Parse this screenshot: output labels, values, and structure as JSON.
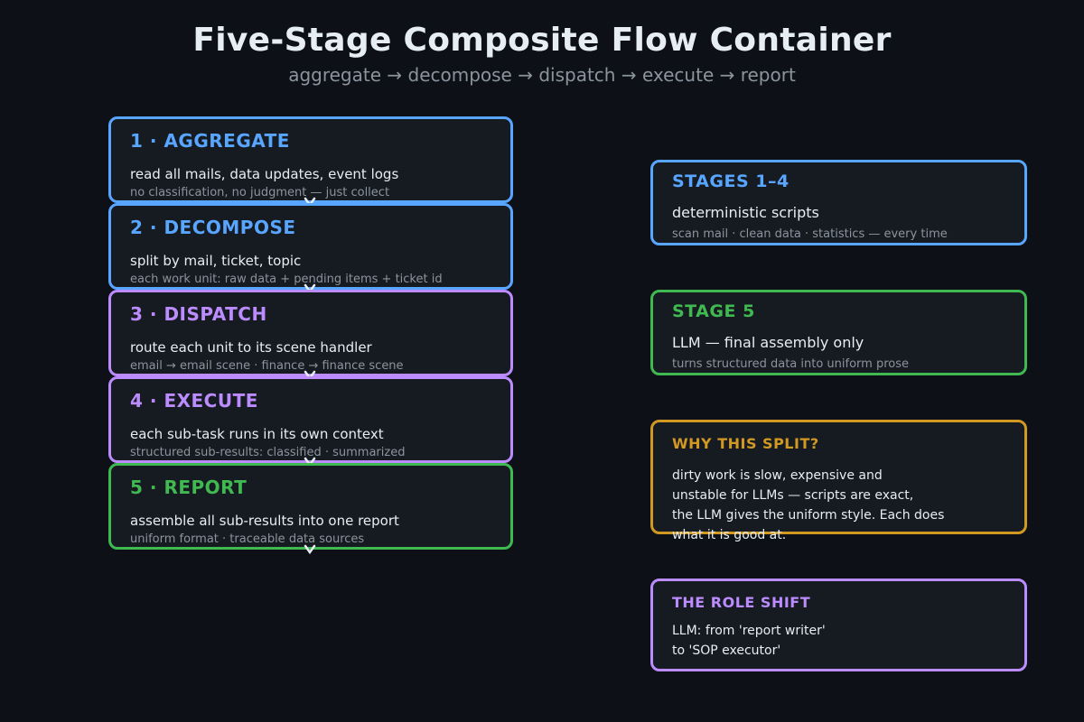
{
  "header": {
    "title": "Five-Stage Composite Flow Container",
    "subtitle": "aggregate → decompose → dispatch → execute → report"
  },
  "stages": [
    {
      "label": "1 · AGGREGATE",
      "desc": "read all mails, data updates, event logs",
      "note": "no classification, no judgment — just collect",
      "color": "#58a6ff"
    },
    {
      "label": "2 · DECOMPOSE",
      "desc": "split by mail, ticket, topic",
      "note": "each work unit: raw data + pending items + ticket id",
      "color": "#58a6ff"
    },
    {
      "label": "3 · DISPATCH",
      "desc": "route each unit to its scene handler",
      "note": "email → email scene · finance → finance scene",
      "color": "#bc8cff"
    },
    {
      "label": "4 · EXECUTE",
      "desc": "each sub-task runs in its own context",
      "note": "structured sub-results: classified · summarized",
      "color": "#bc8cff"
    },
    {
      "label": "5 · REPORT",
      "desc": "assemble all sub-results into one report",
      "note": "uniform format · traceable data sources",
      "color": "#3fb950"
    }
  ],
  "cards": {
    "stages_1_4": {
      "label": "STAGES 1–4",
      "desc": "deterministic scripts",
      "note": "scan mail · clean data · statistics — every time",
      "color": "#58a6ff"
    },
    "stage_5": {
      "label": "STAGE 5",
      "desc": "LLM — final assembly only",
      "note": "turns structured data into uniform prose",
      "color": "#3fb950"
    },
    "why": {
      "label": "WHY THIS SPLIT?",
      "lines": [
        "dirty work is slow, expensive and",
        "unstable for LLMs — scripts are exact,",
        "the LLM gives the uniform style. Each does",
        "what it is good at."
      ],
      "color": "#d29922"
    },
    "role": {
      "label": "THE ROLE SHIFT",
      "lines": [
        "LLM: from 'report writer'",
        "to 'SOP executor'"
      ],
      "color": "#bc8cff"
    }
  }
}
